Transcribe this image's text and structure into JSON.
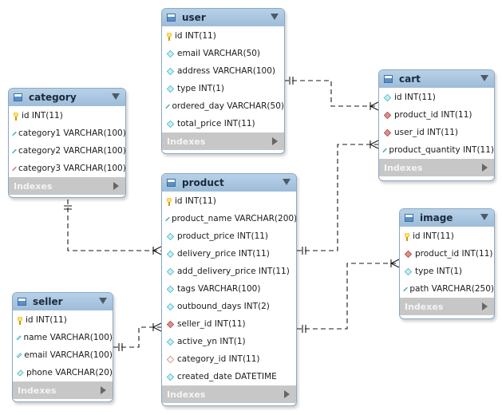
{
  "footer_label": "Indexes",
  "tables": {
    "user": {
      "name": "user",
      "columns": [
        {
          "text": "id INT(11)",
          "icon": "pk"
        },
        {
          "text": "email VARCHAR(50)",
          "icon": "dia"
        },
        {
          "text": "address VARCHAR(100)",
          "icon": "dia"
        },
        {
          "text": "type INT(1)",
          "icon": "dia"
        },
        {
          "text": "ordered_day VARCHAR(50)",
          "icon": "dia"
        },
        {
          "text": "total_price INT(11)",
          "icon": "dia"
        }
      ]
    },
    "category": {
      "name": "category",
      "columns": [
        {
          "text": "id INT(11)",
          "icon": "pk"
        },
        {
          "text": "category1 VARCHAR(100)",
          "icon": "dia"
        },
        {
          "text": "category2 VARCHAR(100)",
          "icon": "dia"
        },
        {
          "text": "category3 VARCHAR(100)",
          "icon": "dia-empty"
        }
      ]
    },
    "cart": {
      "name": "cart",
      "columns": [
        {
          "text": "id INT(11)",
          "icon": "dia"
        },
        {
          "text": "product_id INT(11)",
          "icon": "fk"
        },
        {
          "text": "user_id INT(11)",
          "icon": "fk"
        },
        {
          "text": "product_quantity INT(11)",
          "icon": "dia"
        }
      ]
    },
    "product": {
      "name": "product",
      "columns": [
        {
          "text": "id INT(11)",
          "icon": "pk"
        },
        {
          "text": "product_name VARCHAR(200)",
          "icon": "dia"
        },
        {
          "text": "product_price INT(11)",
          "icon": "dia"
        },
        {
          "text": "delivery_price INT(11)",
          "icon": "dia"
        },
        {
          "text": "add_delivery_price INT(11)",
          "icon": "dia"
        },
        {
          "text": "tags VARCHAR(100)",
          "icon": "dia"
        },
        {
          "text": "outbound_days INT(2)",
          "icon": "dia"
        },
        {
          "text": "seller_id INT(11)",
          "icon": "fk"
        },
        {
          "text": "active_yn INT(1)",
          "icon": "dia"
        },
        {
          "text": "category_id INT(11)",
          "icon": "dia-empty"
        },
        {
          "text": "created_date DATETIME",
          "icon": "dia"
        }
      ]
    },
    "image": {
      "name": "image",
      "columns": [
        {
          "text": "id INT(11)",
          "icon": "pk"
        },
        {
          "text": "product_id INT(11)",
          "icon": "fk"
        },
        {
          "text": "type INT(1)",
          "icon": "dia"
        },
        {
          "text": "path VARCHAR(250)",
          "icon": "dia"
        }
      ]
    },
    "seller": {
      "name": "seller",
      "columns": [
        {
          "text": "id INT(11)",
          "icon": "pk"
        },
        {
          "text": "name VARCHAR(100)",
          "icon": "dia"
        },
        {
          "text": "email VARCHAR(100)",
          "icon": "dia"
        },
        {
          "text": "phone VARCHAR(20)",
          "icon": "dia"
        }
      ]
    }
  }
}
